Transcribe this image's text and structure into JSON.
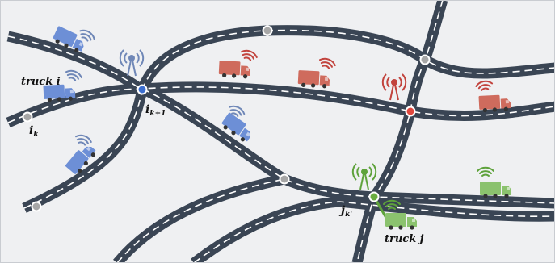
{
  "colors": {
    "background": "#eff0f2",
    "road": "#3a4554",
    "road_dash": "#ffffff",
    "node_gray": "#a7a7a7",
    "node_blue": "#3d6fd0",
    "node_red": "#e0483e",
    "node_green": "#6aad3f",
    "truck_blue": "#6d8fd6",
    "truck_red": "#cf6b5d",
    "truck_green": "#8bc26e",
    "tower_blue": "#6f87b7",
    "tower_red": "#c2443e",
    "tower_green": "#5ea23b",
    "link_green": "#5ea23b"
  },
  "labels": {
    "truck_i": "truck i",
    "i_k": "i",
    "i_k_sub": "k",
    "i_k1": "i",
    "i_k1_sub": "k+1",
    "j_k": "j",
    "j_k_sub": "k'",
    "truck_j": "truck j"
  },
  "icons": {
    "truck": "delivery-truck-icon",
    "tower": "radio-tower-icon",
    "wifi": "wifi-signal-icon"
  }
}
